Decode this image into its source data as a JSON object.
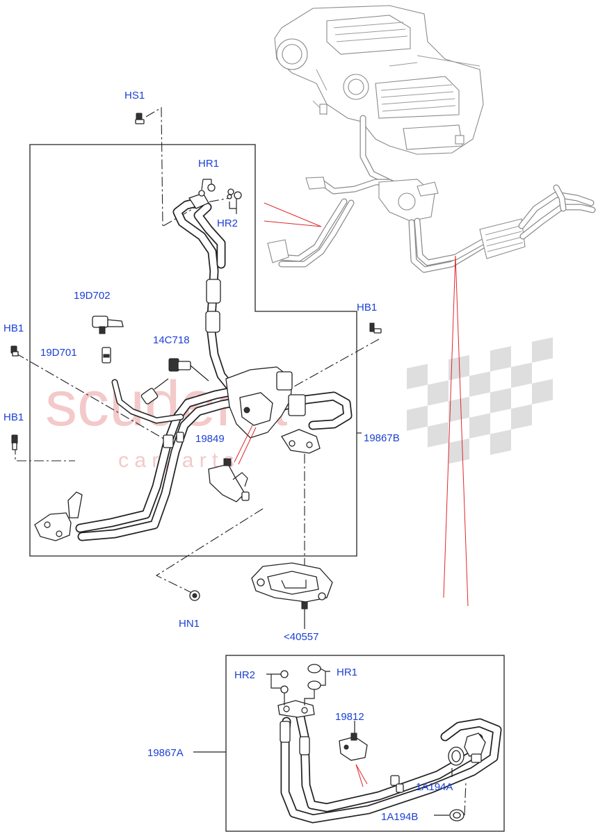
{
  "watermark": {
    "title": "scuderia",
    "subtitle": "c a r   p a r t s",
    "color": "#f3c9ca",
    "checker_color": "#dedede"
  },
  "colors": {
    "label": "#1a3fd6",
    "line": "#222222",
    "leader": "#e0262c",
    "context_art": "#8a8a8a"
  },
  "labels": {
    "hs1": "HS1",
    "hr1_top": "HR1",
    "hr2_top": "HR2",
    "p19d702": "19D702",
    "hb1_upper_right": "HB1",
    "hb1_left_upper": "HB1",
    "p19d701": "19D701",
    "p14c718": "14C718",
    "hb1_left_lower": "HB1",
    "p19849": "19849",
    "p19867b": "19867B",
    "hn1": "HN1",
    "p40557": "<40557",
    "hr2_bottom": "HR2",
    "hr1_bottom": "HR1",
    "p19812": "19812",
    "p19867a": "19867A",
    "p1a194a": "1A194A",
    "p1a194b": "1A194B"
  }
}
